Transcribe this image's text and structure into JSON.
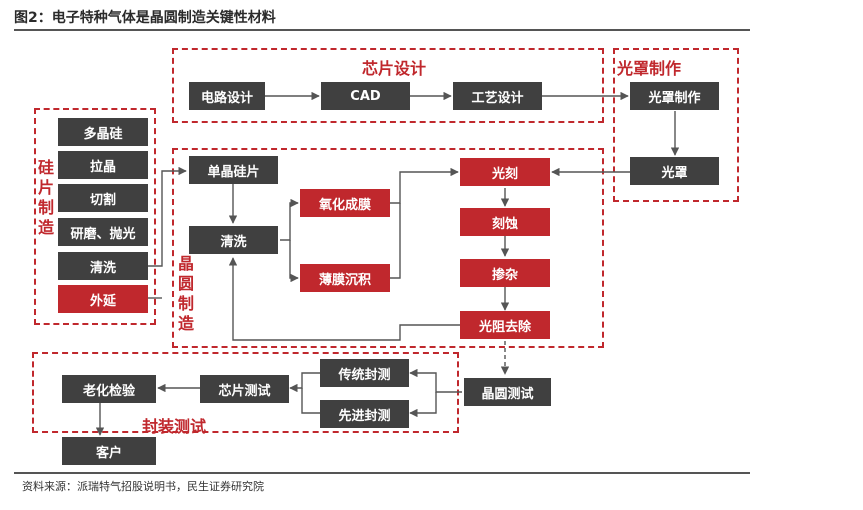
{
  "header": {
    "title": "图2：电子特种气体是晶圆制造关键性材料"
  },
  "footer": {
    "source": "资料来源：派瑞特气招股说明书，民生证券研究院"
  },
  "diagram": {
    "groups": {
      "chip_design": "芯片设计",
      "mask_making": "光罩制作",
      "silicon_making": "硅片制造",
      "wafer_making": "晶圆制造",
      "package_test": "封装测试"
    },
    "nodes": {
      "circuit_design": "电路设计",
      "cad": "CAD",
      "process_design": "工艺设计",
      "mask_make": "光罩制作",
      "mask": "光罩",
      "polysilicon": "多晶硅",
      "crystal_pull": "拉晶",
      "cutting": "切割",
      "grind_polish": "研磨、抛光",
      "si_clean": "清洗",
      "epitaxy": "外延",
      "mono_wafer": "单晶硅片",
      "wafer_clean": "清洗",
      "oxidation": "氧化成膜",
      "thin_film": "薄膜沉积",
      "lithography": "光刻",
      "etching": "刻蚀",
      "doping": "掺杂",
      "resist_strip": "光阻去除",
      "wafer_test": "晶圆测试",
      "trad_package": "传统封测",
      "adv_package": "先进封测",
      "chip_test": "芯片测试",
      "aging_test": "老化检验",
      "customer": "客户"
    },
    "colors": {
      "accent": "#c0282d",
      "box": "#404040",
      "line": "#555555"
    }
  }
}
